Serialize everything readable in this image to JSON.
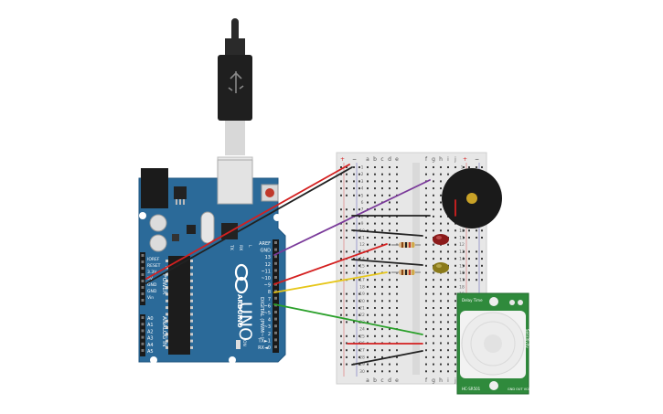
{
  "arduino": {
    "model": "UNO",
    "brand": "ARDUINO",
    "section_power": "POWER",
    "section_analog": "ANALOG IN",
    "section_digital": "DIGITAL (PWM~)",
    "label_on": "ON",
    "label_tx": "TX",
    "label_rx": "RX",
    "label_l": "L",
    "power_pins": [
      "IOREF",
      "RESET",
      "3.3V",
      "5V",
      "GND",
      "GND",
      "Vin"
    ],
    "analog_pins": [
      "A0",
      "A1",
      "A2",
      "A3",
      "A4",
      "A5"
    ],
    "digital_pins": [
      "AREF",
      "GND",
      "13",
      "12",
      "~11",
      "~10",
      "~9",
      "8",
      "7",
      "~6",
      "~5",
      "4",
      "~3",
      "2",
      "TX►1",
      "RX◄0"
    ]
  },
  "breadboard": {
    "columns_left": [
      "a",
      "b",
      "c",
      "d",
      "e"
    ],
    "columns_right": [
      "f",
      "g",
      "h",
      "i",
      "j"
    ],
    "rows": [
      "1",
      "2",
      "3",
      "4",
      "5",
      "6",
      "7",
      "8",
      "9",
      "10",
      "11",
      "12",
      "13",
      "14",
      "15",
      "16",
      "17",
      "18",
      "19",
      "20",
      "21",
      "22",
      "23",
      "24",
      "25",
      "26",
      "27",
      "28",
      "29",
      "30"
    ],
    "rail_plus": "+",
    "rail_minus": "−"
  },
  "pir": {
    "label_top": "Delay Time",
    "label_side": "Sensitivity",
    "label_bottom": "HC-SR501",
    "label_pins": "GND OUT VCC"
  },
  "colors": {
    "board": "#2b6a99",
    "breadboard": "#e7e7e7",
    "wire_red": "#d42020",
    "wire_black": "#222222",
    "wire_purple": "#7a3a9a",
    "wire_yellow": "#e6c619",
    "wire_green": "#2aa02a",
    "led_red": "#8b1a1a",
    "led_yellow": "#8a7a1a",
    "pir_board": "#2f8a3c"
  }
}
